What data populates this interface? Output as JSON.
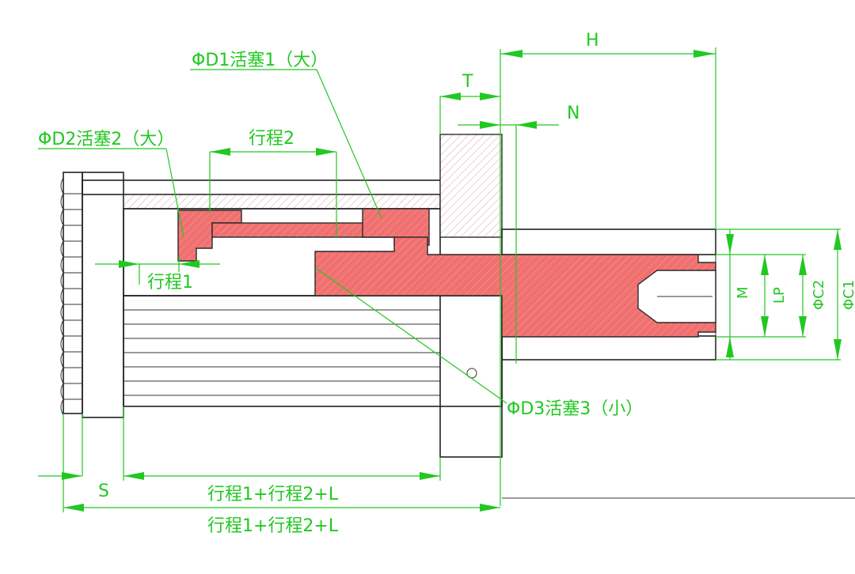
{
  "labels": {
    "d1": "ΦD1活塞1（大）",
    "d2": "ΦD2活塞2（大）",
    "d3": "ΦD3活塞3（小）",
    "stroke1": "行程1",
    "stroke2": "行程2",
    "h": "H",
    "t": "T",
    "n": "N",
    "s": "S",
    "m": "M",
    "lp": "LP",
    "c2": "ΦC2",
    "c1": "ΦC1",
    "total1": "行程1+行程2+L",
    "total2": "行程1+行程2+L"
  },
  "colors": {
    "dimension": "#22c822",
    "piston_fill": "#f07070",
    "hatch": "#d9a3a3",
    "outline": "#222222"
  }
}
